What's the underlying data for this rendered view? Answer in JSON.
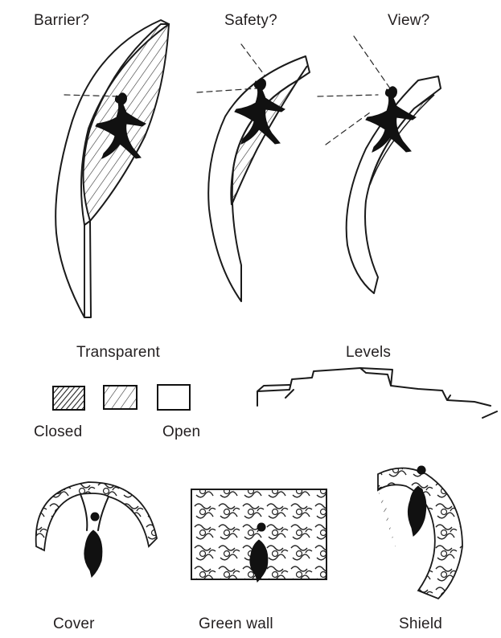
{
  "questions": {
    "barrier": "Barrier?",
    "safety": "Safety?",
    "view": "View?"
  },
  "legend": {
    "transparent": "Transparent",
    "closed": "Closed",
    "open": "Open"
  },
  "levels": {
    "label": "Levels"
  },
  "planting": {
    "cover": "Cover",
    "green_wall": "Green wall",
    "shield": "Shield"
  }
}
